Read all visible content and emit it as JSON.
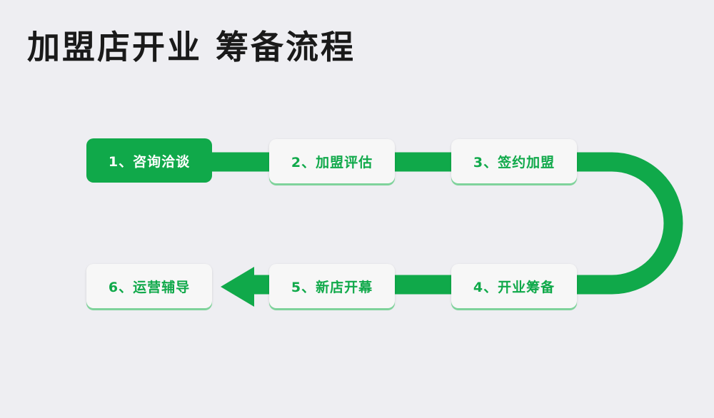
{
  "title": "加盟店开业 筹备流程",
  "colors": {
    "accent": "#10a94a",
    "background": "#eeeef2"
  },
  "steps": [
    {
      "label": "1、咨询洽谈",
      "active": true
    },
    {
      "label": "2、加盟评估"
    },
    {
      "label": "3、签约加盟"
    },
    {
      "label": "4、开业筹备"
    },
    {
      "label": "5、新店开幕"
    },
    {
      "label": "6、运营辅导"
    }
  ]
}
